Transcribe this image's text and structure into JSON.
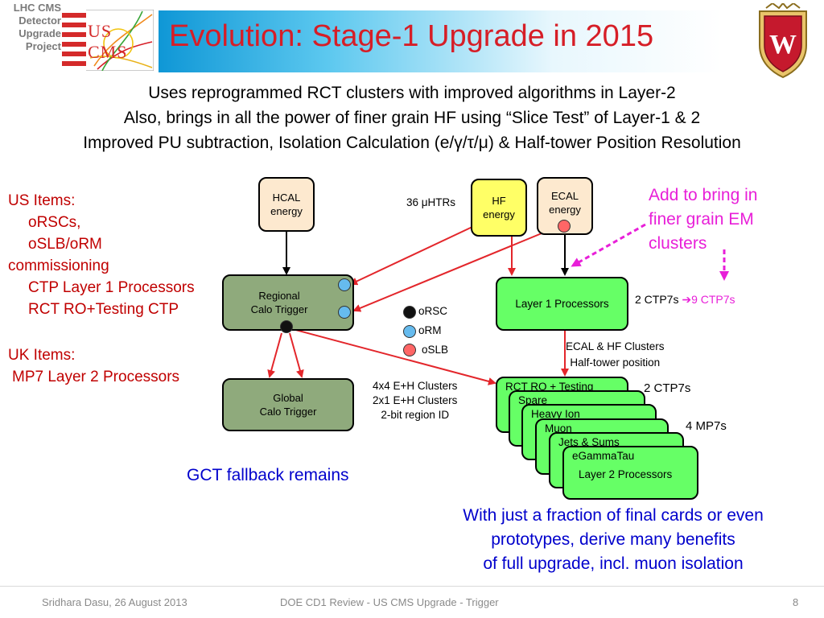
{
  "sidebar_label": [
    "LHC CMS",
    "Detector",
    "Upgrade",
    "Project"
  ],
  "logo": {
    "text": "US CMS"
  },
  "title": "Evolution: Stage-1 Upgrade in 2015",
  "bullets": [
    "Uses reprogrammed RCT clusters with improved algorithms in Layer-2",
    "Also, brings in all the power of finer grain HF using “Slice Test” of Layer-1 & 2",
    "Improved PU subtraction, Isolation Calculation (e/γ/τ/μ) & Half-tower Position Resolution"
  ],
  "us_items": {
    "heading": "US Items:",
    "lines": [
      "oRSCs,",
      "oSLB/oRM",
      "commissioning",
      "CTP Layer 1 Processors",
      "RCT RO+Testing CTP"
    ]
  },
  "uk_items": {
    "heading": "UK Items:",
    "lines": [
      "MP7 Layer 2 Processors"
    ]
  },
  "diagram": {
    "hcal": [
      "HCAL",
      "energy"
    ],
    "hf": [
      "HF",
      "energy"
    ],
    "ecal": [
      "ECAL",
      "energy"
    ],
    "htrs_label": "36 μHTRs",
    "rct": [
      "Regional",
      "Calo Trigger"
    ],
    "gct": [
      "Global",
      "Calo Trigger"
    ],
    "layer1": "Layer 1 Processors",
    "ctp7_label": "2 CTP7s",
    "ctp7_arrow_to": "9 CTP7s",
    "add_note": [
      "Add to bring in",
      "finer grain EM",
      "clusters"
    ],
    "legend": [
      {
        "label": "oRSC",
        "color": "#111111"
      },
      {
        "label": "oRM",
        "color": "#66bbee"
      },
      {
        "label": "oSLB",
        "color": "#ff6666"
      }
    ],
    "ecal_hf_clusters": [
      "ECAL & HF Clusters",
      "Half-tower position"
    ],
    "cluster_info": [
      "4x4 E+H Clusters",
      "2x1 E+H Clusters",
      "2-bit region ID"
    ],
    "stack_cards": [
      "RCT RO + Testing",
      "Spare",
      "Heavy Ion",
      "Muon",
      "Jets & Sums",
      "eGammaTau"
    ],
    "layer2": "Layer 2 Processors",
    "ctp7_right": "2 CTP7s",
    "mp7_label": "4 MP7s",
    "gct_fallback": "GCT fallback remains",
    "bottom_note": [
      "With just a fraction of final cards or even",
      "prototypes, derive many benefits",
      "of full upgrade, incl. muon isolation"
    ]
  },
  "footer": {
    "author": "Sridhara Dasu, 26 August 2013",
    "event": "DOE CD1 Review - US CMS Upgrade - Trigger",
    "page": "8"
  }
}
